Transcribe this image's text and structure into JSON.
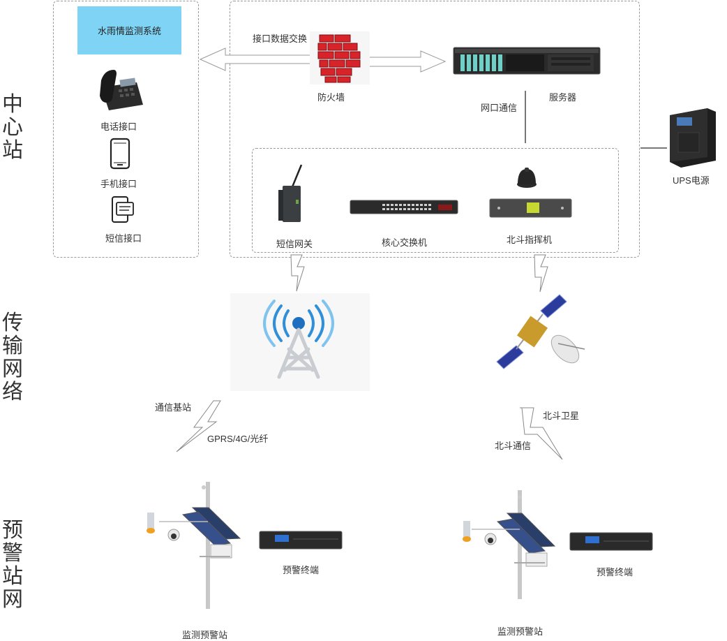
{
  "sections": {
    "center": "中心站",
    "transmission": "传输网络",
    "warning": "预警站网"
  },
  "center": {
    "system_title": "水雨情监测系统",
    "phone_interface": "电话接口",
    "mobile_interface": "手机接口",
    "sms_interface": "短信接口",
    "data_exchange": "接口数据交换",
    "firewall": "防火墙",
    "server": "服务器",
    "network_comm": "网口通信",
    "ups": "UPS电源",
    "sms_gateway": "短信网关",
    "core_switch": "核心交换机",
    "beidou_commander": "北斗指挥机"
  },
  "transmission": {
    "base_station": "通信基站",
    "gprs_link": "GPRS/4G/光纤",
    "beidou_satellite": "北斗卫星",
    "beidou_comm": "北斗通信"
  },
  "stations": {
    "left_terminal": "预警终端",
    "left_station": "监测预警站",
    "right_terminal": "预警终端",
    "right_station": "监测预警站"
  }
}
